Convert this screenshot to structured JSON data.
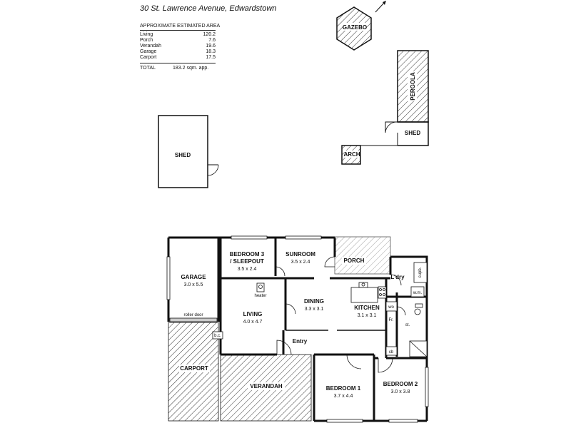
{
  "title": "30 St. Lawrence Avenue, Edwardstown",
  "area_table": {
    "heading": "APPROXIMATE ESTIMATED AREA",
    "rows": [
      {
        "label": "Living",
        "value": "120.2"
      },
      {
        "label": "Porch",
        "value": "7.6"
      },
      {
        "label": "Verandah",
        "value": "19.6"
      },
      {
        "label": "Garage",
        "value": "18.3"
      },
      {
        "label": "Carport",
        "value": "17.5"
      }
    ],
    "total_label": "TOTAL",
    "total_value": "183.2 sqm. app."
  },
  "outbuildings": {
    "gazebo": "GAZEBO",
    "pergola": "PERGOLA",
    "shed_right": "SHED",
    "arch": "ARCH",
    "shed_left": "SHED"
  },
  "rooms": {
    "garage": {
      "name": "GARAGE",
      "dim": "3.0 x 5.5"
    },
    "bedroom3": {
      "name1": "BEDROOM 3",
      "name2": "/ SLEEPOUT",
      "dim": "3.5 x 2.4"
    },
    "sunroom": {
      "name": "SUNROOM",
      "dim": "3.5 x 2.4"
    },
    "porch": {
      "name": "PORCH"
    },
    "laundry": {
      "name": "L'dry"
    },
    "living": {
      "name": "LIVING",
      "dim": "4.0 x 4.7"
    },
    "dining": {
      "name": "DINING",
      "dim": "3.3 x 3.1"
    },
    "kitchen": {
      "name": "KITCHEN",
      "dim": "3.1 x 3.1"
    },
    "entry": {
      "name": "Entry"
    },
    "carport": {
      "name": "CARPORT"
    },
    "verandah": {
      "name": "VERANDAH"
    },
    "bedroom1": {
      "name": "BEDROOM 1",
      "dim": "3.7 x 4.4"
    },
    "bedroom2": {
      "name": "BEDROOM 2",
      "dim": "3.0 x 3.8"
    }
  },
  "fixtures": {
    "heater": "heater",
    "roller_door": "roller door",
    "bc": "b.c.",
    "cupb": "cupb.",
    "wm": "w.m.",
    "wo": "wo",
    "fr": "Fr.",
    "cb": "cb",
    "st": "st."
  }
}
